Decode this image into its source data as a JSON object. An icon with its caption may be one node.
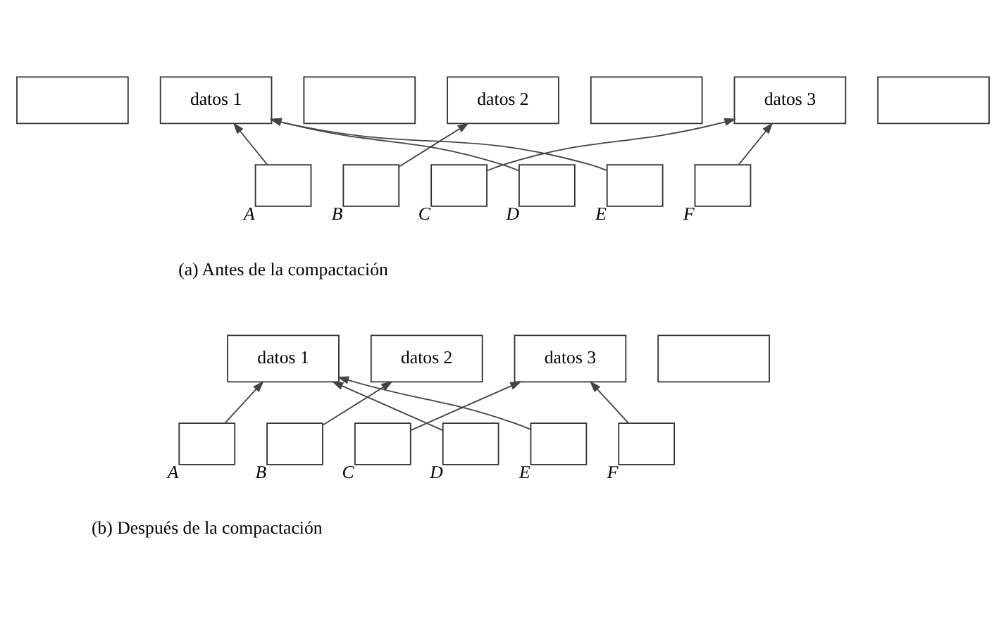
{
  "diagram": {
    "nodes": [
      {
        "text": [],
        "shape": "box"
      },
      {
        "text": [
          "datos 1"
        ]
      },
      {
        "text": [],
        "shape": "box"
      },
      {
        "text": [
          "datos 2"
        ]
      },
      {
        "text": [],
        "shape": "box"
      },
      {
        "text": [
          "datos 3"
        ]
      },
      {
        "text": [],
        "shape": "box"
      },
      {
        "text": [],
        "shape": "box",
        "beside": [
          "A"
        ]
      },
      {
        "text": [],
        "shape": "box",
        "beside": [
          "B"
        ]
      },
      {
        "text": [],
        "shape": "box",
        "beside": [
          "C"
        ]
      },
      {
        "text": [],
        "shape": "box",
        "beside": [
          "D"
        ]
      },
      {
        "text": [],
        "shape": "box",
        "beside": [
          "E"
        ]
      },
      {
        "text": [],
        "shape": "box",
        "beside": [
          "F"
        ]
      },
      {
        "text": [
          "datos 1"
        ]
      },
      {
        "text": [
          "datos 2"
        ]
      },
      {
        "text": [
          "datos 3"
        ]
      },
      {
        "text": [],
        "shape": "box"
      },
      {
        "text": [],
        "shape": "box",
        "beside": [
          "A"
        ]
      },
      {
        "text": [],
        "shape": "box",
        "beside": [
          "B"
        ]
      },
      {
        "text": [],
        "shape": "box",
        "beside": [
          "C"
        ]
      },
      {
        "text": [],
        "shape": "box",
        "beside": [
          "D"
        ]
      },
      {
        "text": [],
        "shape": "box",
        "beside": [
          "E"
        ]
      },
      {
        "text": [],
        "shape": "box",
        "beside": [
          "F"
        ]
      }
    ],
    "edges": [
      {
        "from": 7,
        "to": 1,
        "arrow": "to"
      },
      {
        "from": 8,
        "to": 3,
        "arrow": "to"
      },
      {
        "from": 9,
        "to": 5,
        "arrow": "to"
      },
      {
        "from": 10,
        "to": 1,
        "arrow": "to"
      },
      {
        "from": 11,
        "to": 1,
        "arrow": "to"
      },
      {
        "from": 12,
        "to": 5,
        "arrow": "to"
      },
      {
        "from": 17,
        "to": 13,
        "arrow": "to"
      },
      {
        "from": 18,
        "to": 14,
        "arrow": "to"
      },
      {
        "from": 19,
        "to": 15,
        "arrow": "to"
      },
      {
        "from": 20,
        "to": 13,
        "arrow": "to"
      },
      {
        "from": 21,
        "to": 13,
        "arrow": "to"
      },
      {
        "from": 22,
        "to": 15,
        "arrow": "to"
      }
    ],
    "labels": [
      "(a) Antes de la compactación",
      "(b) Después de la compactación"
    ]
  }
}
